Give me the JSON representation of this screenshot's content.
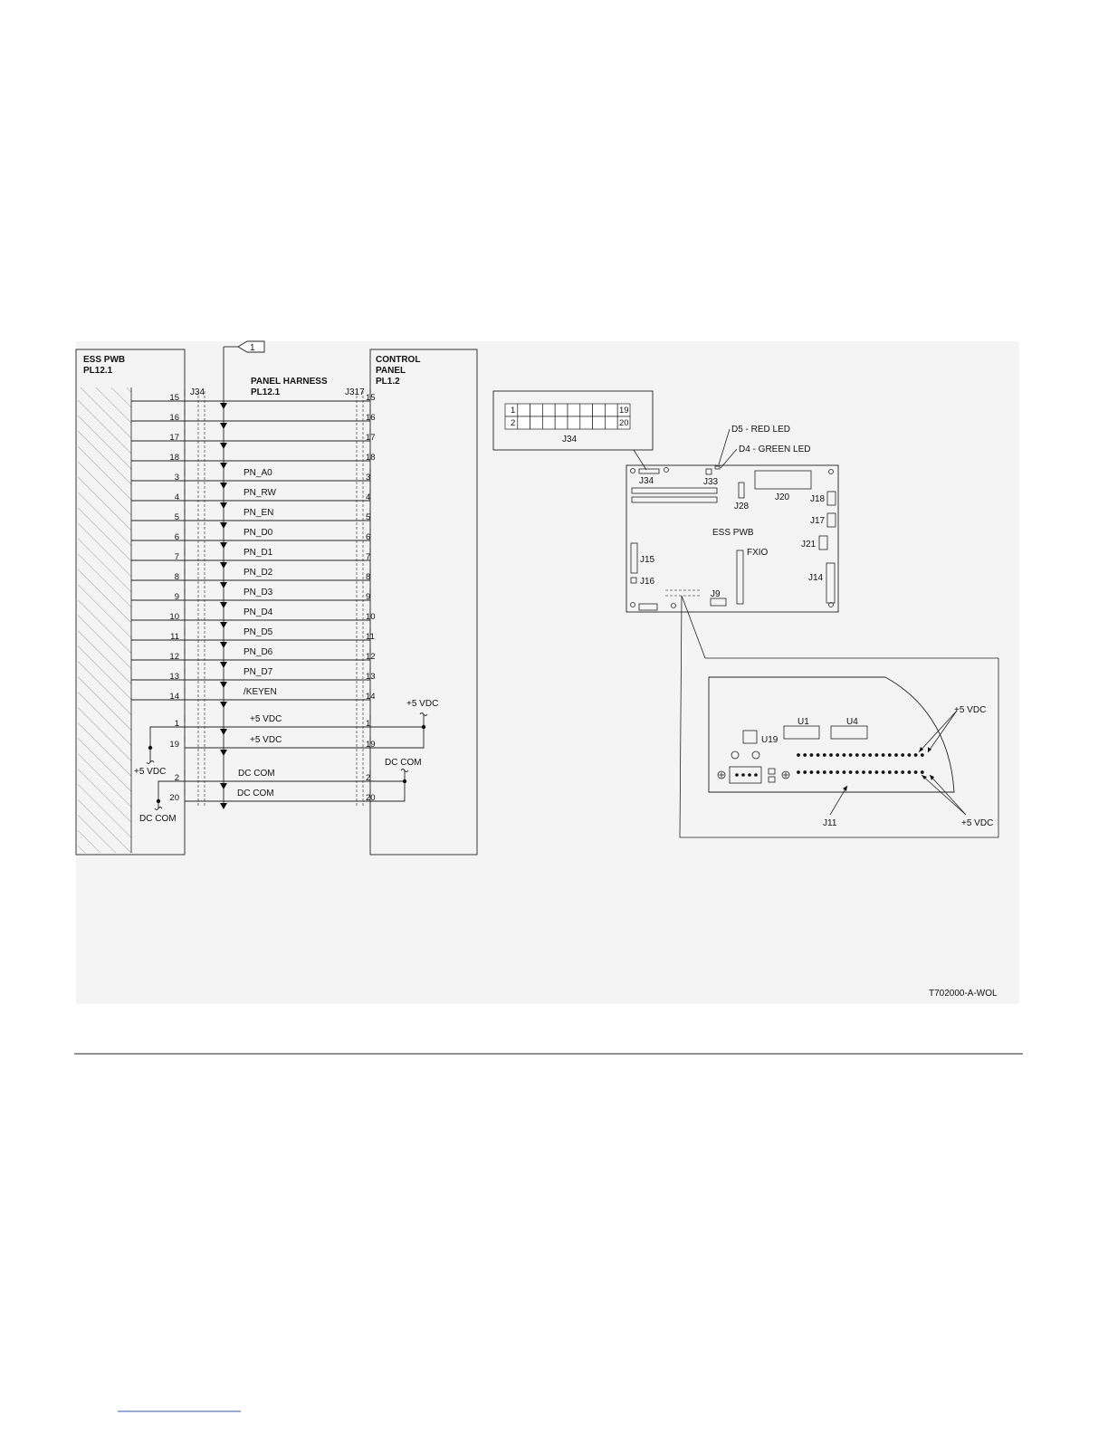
{
  "left_block": {
    "title_line1": "ESS PWB",
    "title_line2": "PL12.1",
    "connector": "J34"
  },
  "right_block": {
    "title_line1": "CONTROL",
    "title_line2": "PANEL",
    "title_line3": "PL1.2",
    "connector": "J317"
  },
  "harness": {
    "title_line1": "PANEL HARNESS",
    "title_line2": "PL12.1",
    "flag": "1"
  },
  "rows": [
    {
      "pin": "15",
      "signal": ""
    },
    {
      "pin": "16",
      "signal": ""
    },
    {
      "pin": "17",
      "signal": ""
    },
    {
      "pin": "18",
      "signal": ""
    },
    {
      "pin": "3",
      "signal": "PN_A0"
    },
    {
      "pin": "4",
      "signal": "PN_RW"
    },
    {
      "pin": "5",
      "signal": "PN_EN"
    },
    {
      "pin": "6",
      "signal": "PN_D0"
    },
    {
      "pin": "7",
      "signal": "PN_D1"
    },
    {
      "pin": "8",
      "signal": "PN_D2"
    },
    {
      "pin": "9",
      "signal": "PN_D3"
    },
    {
      "pin": "10",
      "signal": "PN_D4"
    },
    {
      "pin": "11",
      "signal": "PN_D5"
    },
    {
      "pin": "12",
      "signal": "PN_D6"
    },
    {
      "pin": "13",
      "signal": "PN_D7"
    },
    {
      "pin": "14",
      "signal": "/KEYEN"
    },
    {
      "pin": "1",
      "signal": "+5 VDC"
    },
    {
      "pin": "19",
      "signal": "+5 VDC"
    },
    {
      "pin": "2",
      "signal": "DC COM"
    },
    {
      "pin": "20",
      "signal": "DC COM"
    }
  ],
  "power": {
    "left_5v": "+5 VDC",
    "left_dccom": "DC COM",
    "right_5v": "+5 VDC",
    "right_dccom": "DC COM"
  },
  "j34_inset": {
    "pin_tl": "1",
    "pin_bl": "2",
    "pin_tr": "19",
    "pin_br": "20",
    "label": "J34"
  },
  "board": {
    "title": "ESS PWB",
    "leds": {
      "d5": "D5 - RED LED",
      "d4": "D4 - GREEN LED"
    },
    "connectors": {
      "j34": "J34",
      "j33": "J33",
      "j20": "J20",
      "j28": "J28",
      "j18": "J18",
      "j17": "J17",
      "j21": "J21",
      "fxio": "FXIO",
      "j15": "J15",
      "j16": "J16",
      "j14": "J14",
      "j9": "J9"
    }
  },
  "detail": {
    "u1": "U1",
    "u4": "U4",
    "u19": "U19",
    "j11": "J11",
    "top_5v": "+5 VDC",
    "bottom_5v": "+5 VDC"
  },
  "figure_id": "T702000-A-WOL"
}
